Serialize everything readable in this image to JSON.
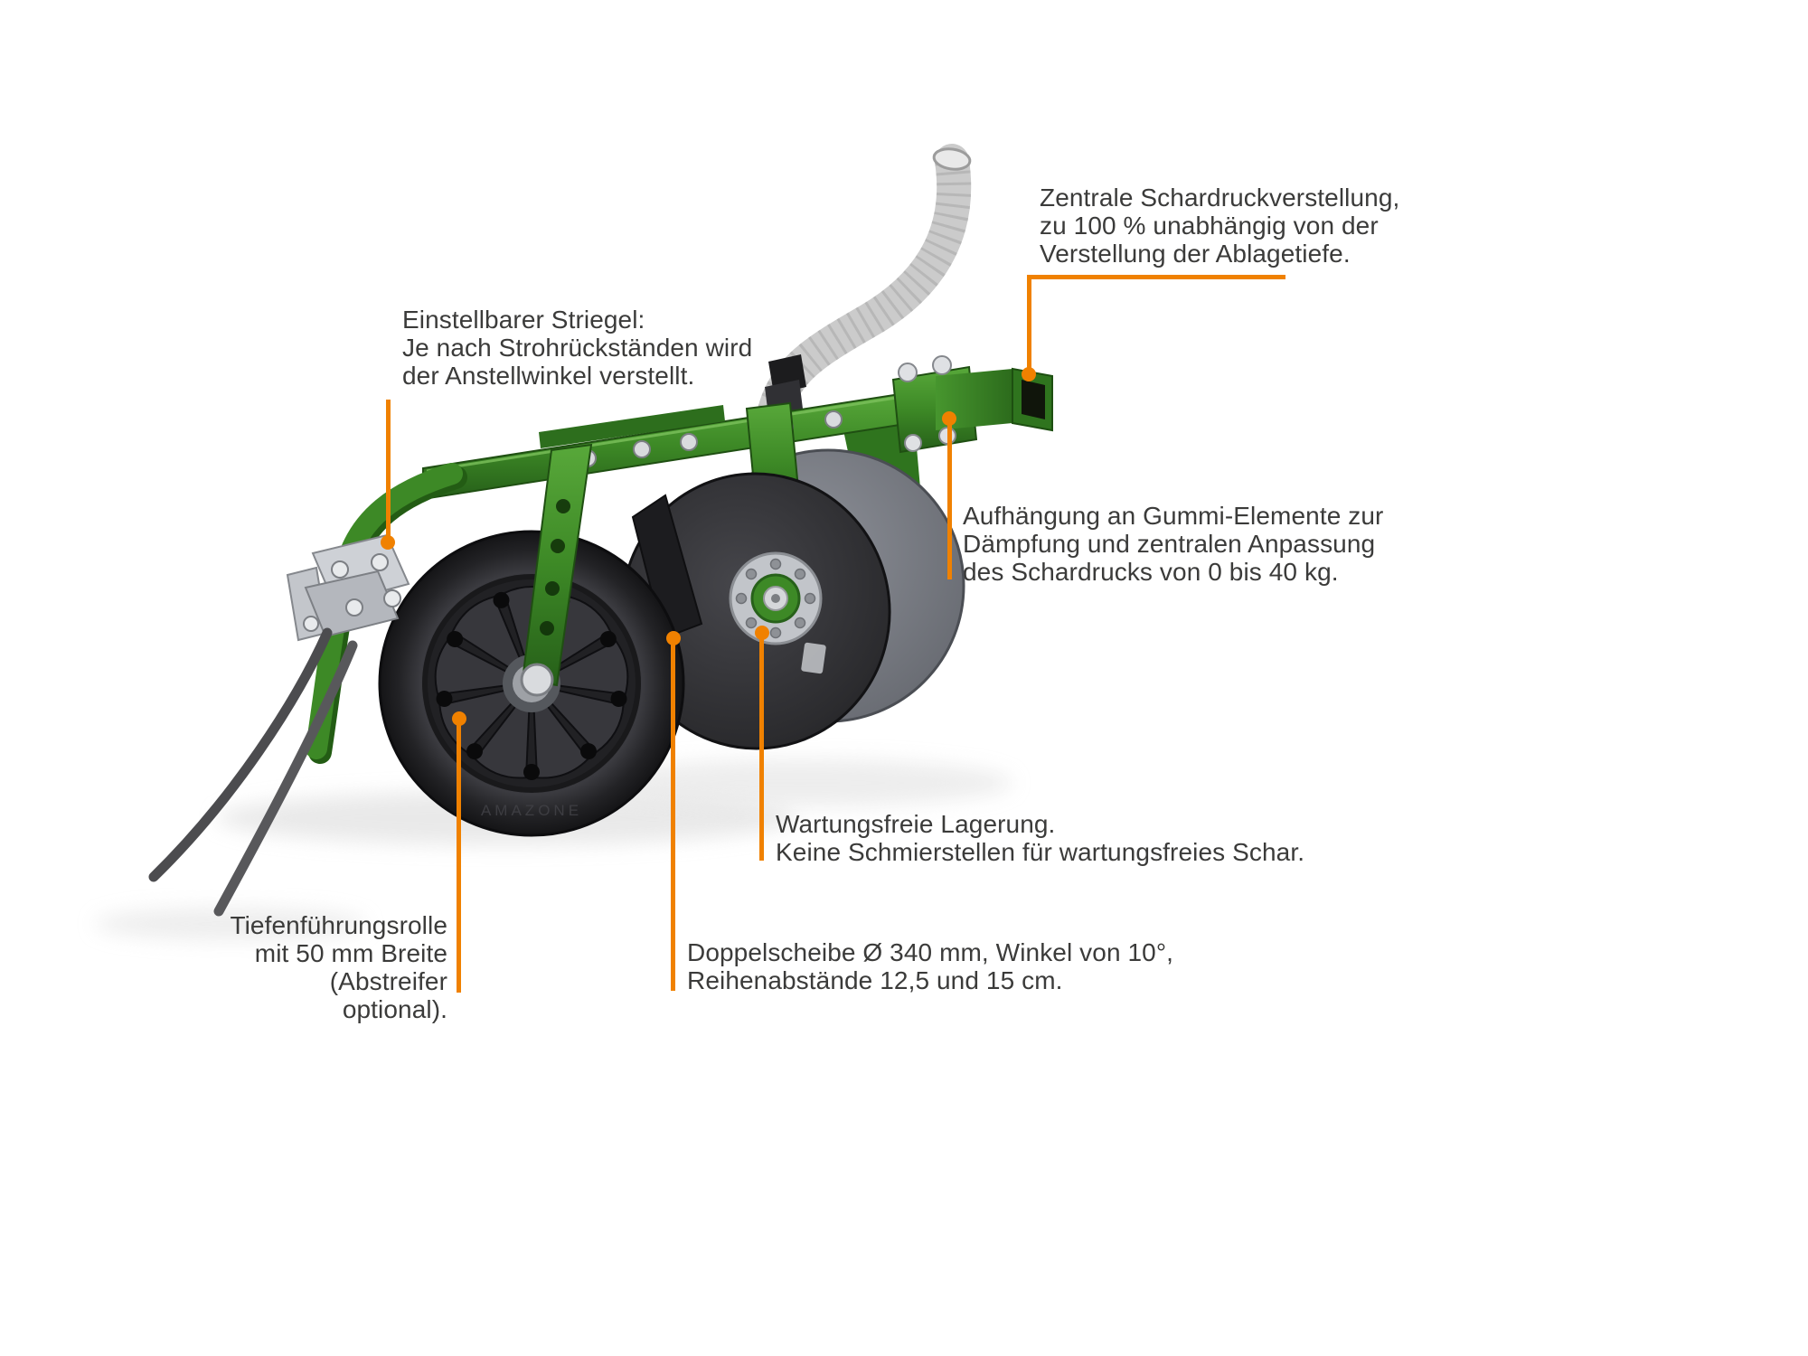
{
  "colors": {
    "accent": "#f08100",
    "text": "#3b3b3a",
    "machine_green": "#3d8926",
    "background": "#ffffff"
  },
  "callouts": {
    "schardruckverstellung": {
      "text": "Zentrale Schardruckverstellung,\nzu 100 % unabhängig von der\nVerstellung der Ablagetiefe."
    },
    "striegel": {
      "text": "Einstellbarer Striegel:\nJe nach Strohrückständen wird\nder Anstellwinkel verstellt."
    },
    "aufhaengung": {
      "text": "Aufhängung an Gummi-Elemente zur\nDämpfung und zentralen Anpassung\ndes Schardrucks von 0 bis 40 kg."
    },
    "lagerung": {
      "text": "Wartungsfreie Lagerung.\nKeine Schmierstellen für wartungsfreies Schar."
    },
    "tiefenfuehrungsrolle": {
      "text": "Tiefenführungsrolle\nmit 50 mm Breite\n(Abstreifer optional)."
    },
    "doppelscheibe": {
      "text": "Doppelscheibe Ø 340 mm, Winkel von 10°,\nReihenabstände 12,5 und 15 cm."
    }
  },
  "illustration": {
    "tire_brand": "AMAZONE"
  }
}
